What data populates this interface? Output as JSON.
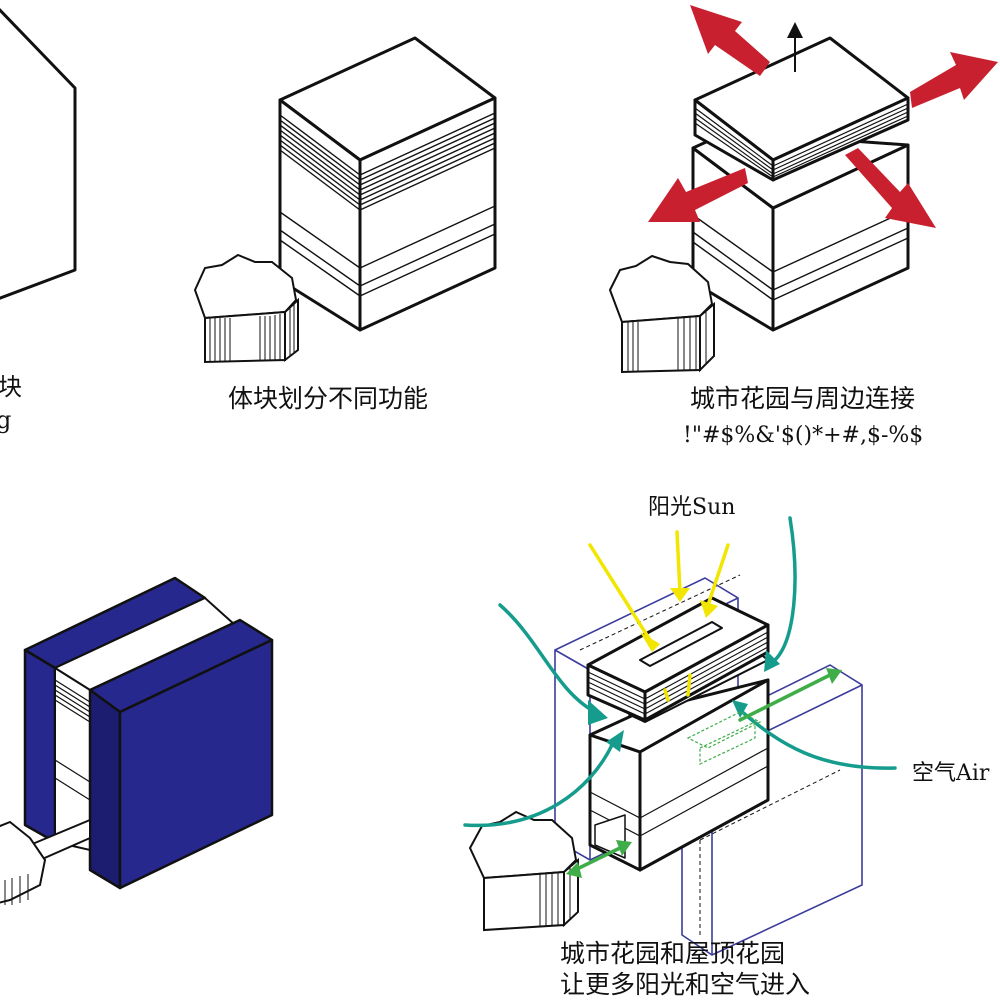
{
  "captions": {
    "panel1_line1": "块",
    "panel1_line2": "g",
    "panel2_line1": "体块划分不同功能",
    "panel3_line1": "城市花园与周边连接",
    "panel3_line2": "!\"#$%&'$()*+#,$-%$",
    "panel5_sun": "阳光Sun",
    "panel5_air": "空气Air",
    "panel5_line1": "城市花园和屋顶花园",
    "panel5_line2": "让更多阳光和空气进入"
  },
  "colors": {
    "outline": "#111111",
    "red_arrow": "#c8202e",
    "blue_panel": "#27288e",
    "sun_arrow": "#f2e600",
    "air_arrow": "#159c8c",
    "green_arrow": "#3fae49",
    "frame_blue": "#3c3c9c"
  }
}
